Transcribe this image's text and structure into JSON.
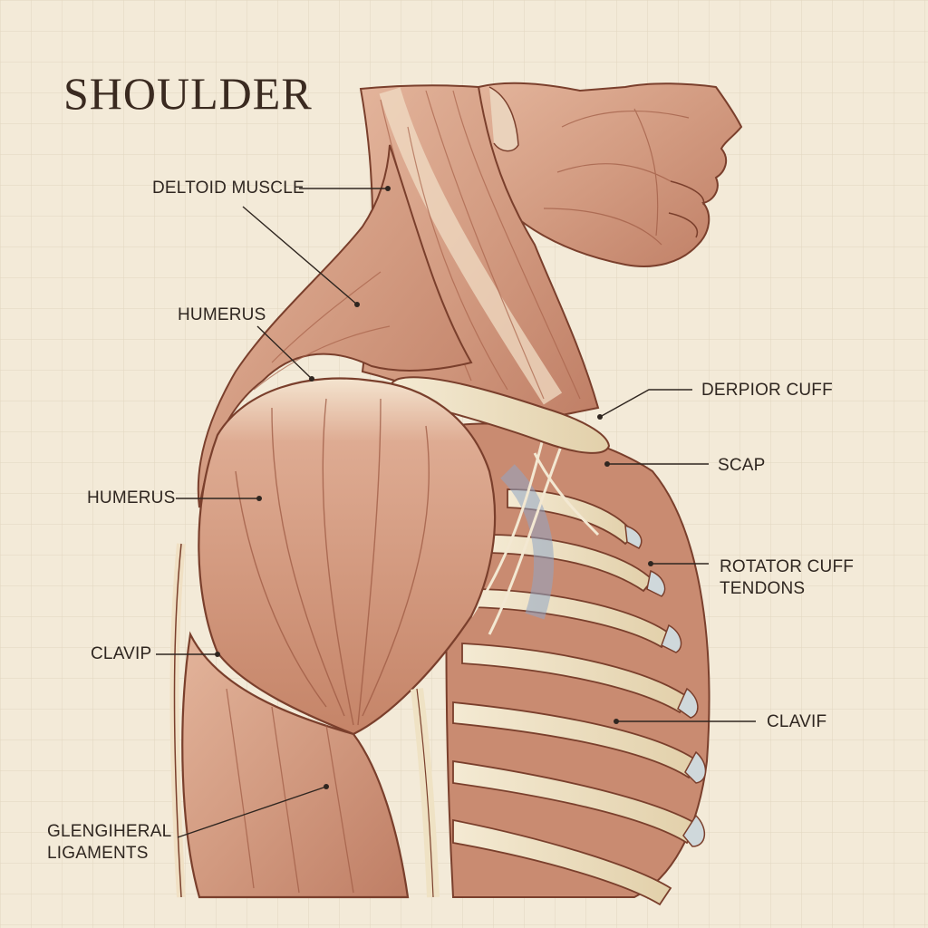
{
  "title": "SHOULDER",
  "labels": {
    "deltoid_muscle": "DELTOID MUSCLE",
    "humerus_upper": "HUMERUS",
    "humerus_mid": "HUMERUS",
    "clavip": "CLAVIP",
    "glengiheral_line1": "GLENGIHERAL",
    "glengiheral_line2": "LIGAMENTS",
    "derpior_cuff": "DERPIOR CUFF",
    "scap": "SCAP",
    "rotator_line1": "ROTATOR CUFF",
    "rotator_line2": "TENDONS",
    "clavif": "CLAVIF"
  },
  "colors": {
    "paper": "#f3ead8",
    "grid": "#e2d6bf",
    "muscle": "#d9a58c",
    "muscle_dark": "#b9765d",
    "outline": "#7a3f2c",
    "bone": "#efe2c4",
    "cartilage": "#c9d2d6",
    "vein_blue": "#8fa6c4"
  }
}
